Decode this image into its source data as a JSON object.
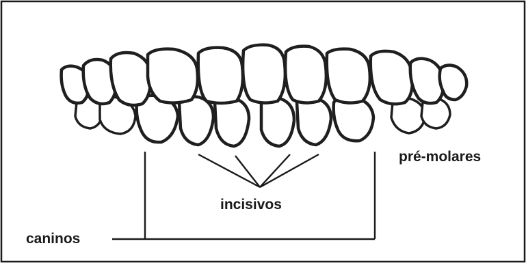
{
  "labels": {
    "premolars": "pré-molares",
    "incisors": "incisivos",
    "canines": "caninos"
  },
  "colors": {
    "ink": "#1a1a1a",
    "background": "#ffffff",
    "frame": "#1a1a1a"
  }
}
